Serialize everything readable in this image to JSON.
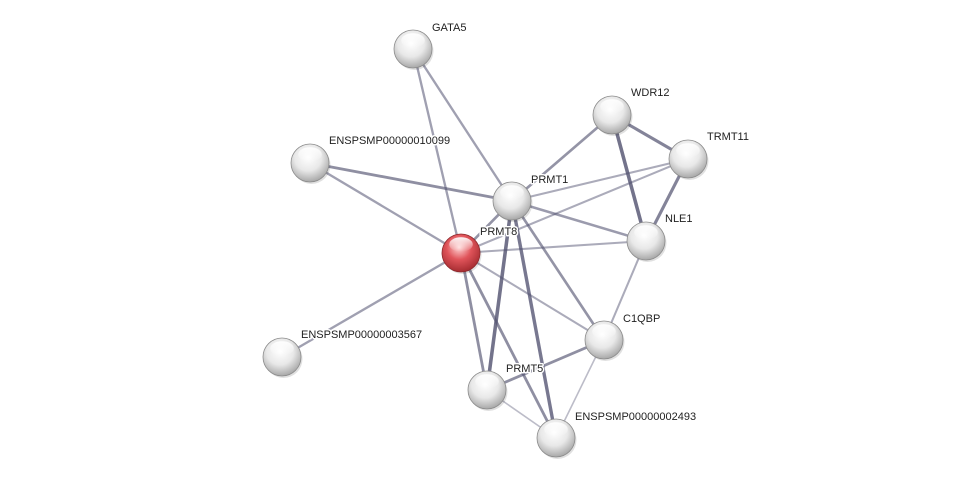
{
  "network": {
    "colors": {
      "query_node": "#e0545a",
      "partner_node": "#e6e6e6",
      "edge": "#50506e"
    },
    "nodes": [
      {
        "id": "PRMT8",
        "label": "PRMT8",
        "query": true
      },
      {
        "id": "GATA5",
        "label": "GATA5"
      },
      {
        "id": "WDR12",
        "label": "WDR12"
      },
      {
        "id": "TRMT11",
        "label": "TRMT11"
      },
      {
        "id": "ENSPSMP00000010099",
        "label": "ENSPSMP00000010099"
      },
      {
        "id": "PRMT1",
        "label": "PRMT1"
      },
      {
        "id": "NLE1",
        "label": "NLE1"
      },
      {
        "id": "C1QBP",
        "label": "C1QBP"
      },
      {
        "id": "ENSPSMP00000003567",
        "label": "ENSPSMP00000003567"
      },
      {
        "id": "PRMT5",
        "label": "PRMT5"
      },
      {
        "id": "ENSPSMP00000002493",
        "label": "ENSPSMP00000002493"
      }
    ],
    "edges": [
      {
        "source": "GATA5",
        "target": "PRMT1",
        "weight": 0.45
      },
      {
        "source": "GATA5",
        "target": "PRMT8",
        "weight": 0.45
      },
      {
        "source": "ENSPSMP00000010099",
        "target": "PRMT1",
        "weight": 0.6
      },
      {
        "source": "ENSPSMP00000010099",
        "target": "PRMT8",
        "weight": 0.45
      },
      {
        "source": "ENSPSMP00000003567",
        "target": "PRMT8",
        "weight": 0.45
      },
      {
        "source": "WDR12",
        "target": "TRMT11",
        "weight": 0.7
      },
      {
        "source": "WDR12",
        "target": "NLE1",
        "weight": 0.85
      },
      {
        "source": "WDR12",
        "target": "PRMT1",
        "weight": 0.55
      },
      {
        "source": "TRMT11",
        "target": "NLE1",
        "weight": 0.7
      },
      {
        "source": "TRMT11",
        "target": "PRMT1",
        "weight": 0.35
      },
      {
        "source": "TRMT11",
        "target": "PRMT8",
        "weight": 0.35
      },
      {
        "source": "PRMT1",
        "target": "PRMT8",
        "weight": 0.55
      },
      {
        "source": "PRMT1",
        "target": "NLE1",
        "weight": 0.5
      },
      {
        "source": "PRMT1",
        "target": "PRMT5",
        "weight": 0.85
      },
      {
        "source": "PRMT1",
        "target": "C1QBP",
        "weight": 0.55
      },
      {
        "source": "PRMT1",
        "target": "ENSPSMP00000002493",
        "weight": 0.8
      },
      {
        "source": "PRMT8",
        "target": "NLE1",
        "weight": 0.35
      },
      {
        "source": "PRMT8",
        "target": "PRMT5",
        "weight": 0.6
      },
      {
        "source": "PRMT8",
        "target": "C1QBP",
        "weight": 0.35
      },
      {
        "source": "PRMT8",
        "target": "ENSPSMP00000002493",
        "weight": 0.6
      },
      {
        "source": "NLE1",
        "target": "C1QBP",
        "weight": 0.35
      },
      {
        "source": "C1QBP",
        "target": "PRMT5",
        "weight": 0.6
      },
      {
        "source": "C1QBP",
        "target": "ENSPSMP00000002493",
        "weight": 0.2
      },
      {
        "source": "PRMT5",
        "target": "ENSPSMP00000002493",
        "weight": 0.2
      }
    ]
  }
}
